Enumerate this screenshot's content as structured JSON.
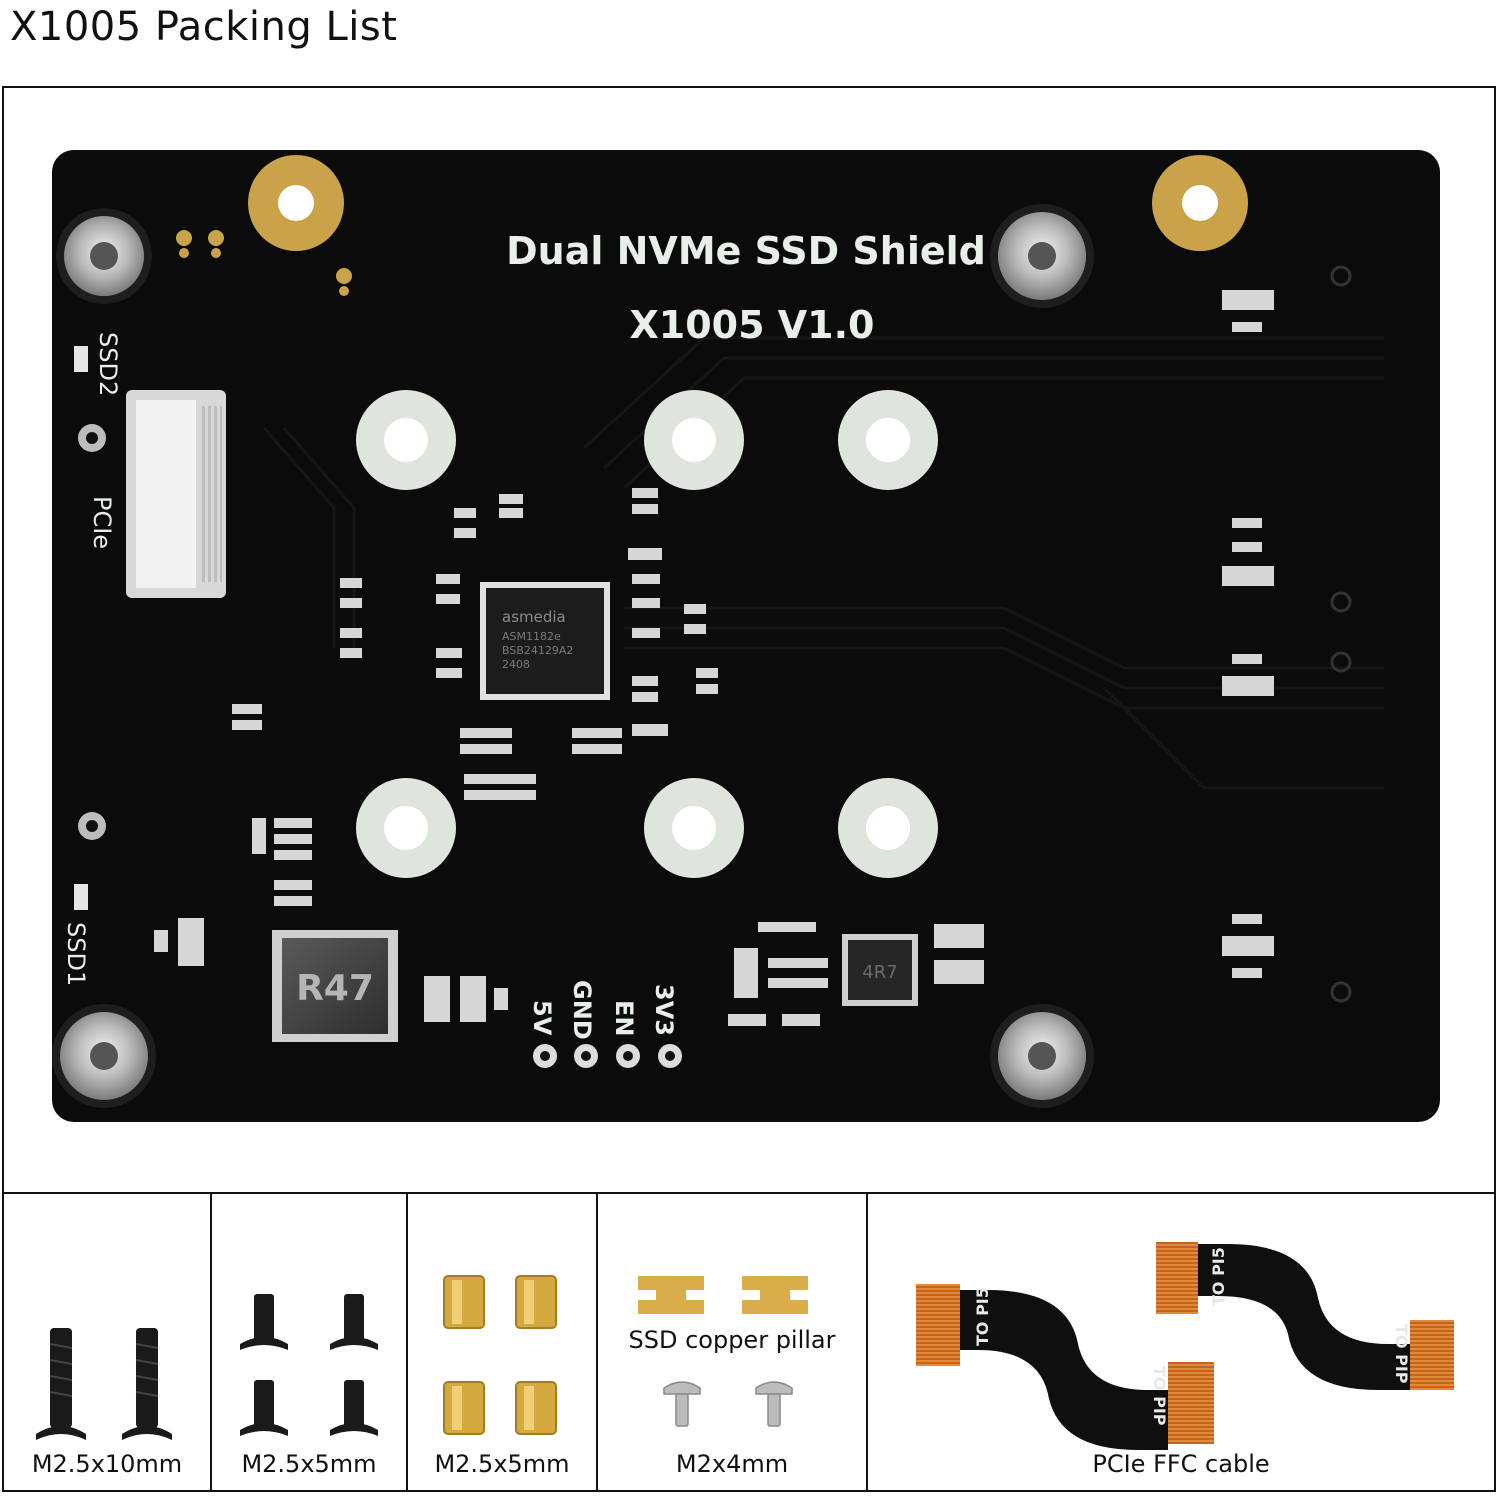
{
  "title": "X1005 Packing List",
  "board": {
    "name": "Dual NVMe SSD Shield",
    "version": "X1005 V1.0",
    "labels": {
      "ssd2": "SSD2",
      "ssd1": "SSD1",
      "pcie": "PCIe",
      "v5": "5V",
      "gnd": "GND",
      "en": "EN",
      "v33": "3V3",
      "inductor_large": "R47",
      "inductor_small": "4R7",
      "chip_brand": "asmedia",
      "chip_model": "ASM1182e",
      "chip_lot": "BSB24129A2",
      "chip_date": "2408"
    },
    "colors": {
      "pcb": "#0b0b0b",
      "pad_gold": "#c9a24a",
      "silk": "#e8eee8"
    }
  },
  "items": [
    {
      "label": "M2.5x10mm",
      "icon": "screw-long-icon"
    },
    {
      "label": "M2.5x5mm",
      "icon": "screw-short-icon"
    },
    {
      "label": "M2.5x5mm",
      "icon": "brass-standoff-icon"
    },
    {
      "top_label": "SSD copper pillar",
      "label": "M2x4mm",
      "icon": "copper-pillar-icon"
    },
    {
      "label": "PCIe FFC cable",
      "icon": "ffc-cable-icon",
      "cable_marks": {
        "pi5": "TO PI5",
        "pip": "TO PIP"
      }
    }
  ]
}
